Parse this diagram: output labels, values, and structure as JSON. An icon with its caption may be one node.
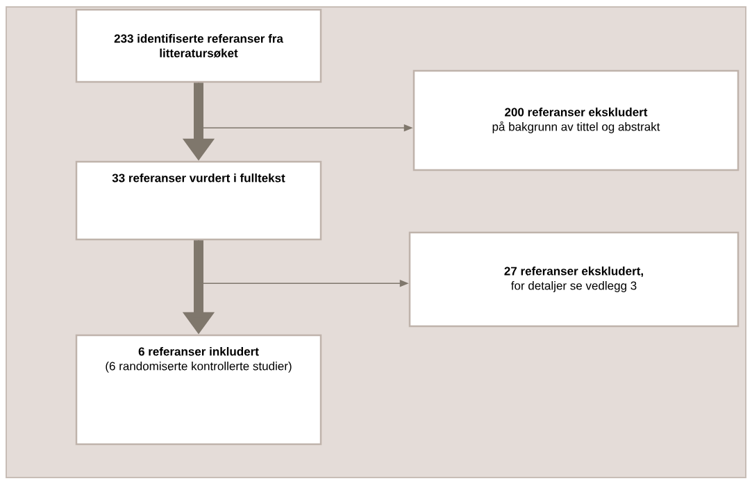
{
  "diagram": {
    "nodes": [
      {
        "text": [
          "233 identifiserte referanser fra litteratursøket"
        ]
      },
      {
        "text": [
          "200 referanser ekskludert",
          "på bakgrunn av tittel og abstrakt"
        ]
      },
      {
        "text": [
          "33 referanser vurdert i fulltekst"
        ]
      },
      {
        "text": [
          "27 referanser ekskludert,",
          "for detaljer se vedlegg 3"
        ]
      },
      {
        "text": [
          "6 referanser inkludert",
          "(6 randomiserte kontrollerte studier)"
        ]
      }
    ],
    "edges": [
      {
        "from": 0,
        "to": 2,
        "arrow": "to",
        "style": "thick"
      },
      {
        "from": 0,
        "to": 1,
        "arrow": "to"
      },
      {
        "from": 2,
        "to": 4,
        "arrow": "to",
        "style": "thick"
      },
      {
        "from": 2,
        "to": 3,
        "arrow": "to"
      }
    ]
  }
}
